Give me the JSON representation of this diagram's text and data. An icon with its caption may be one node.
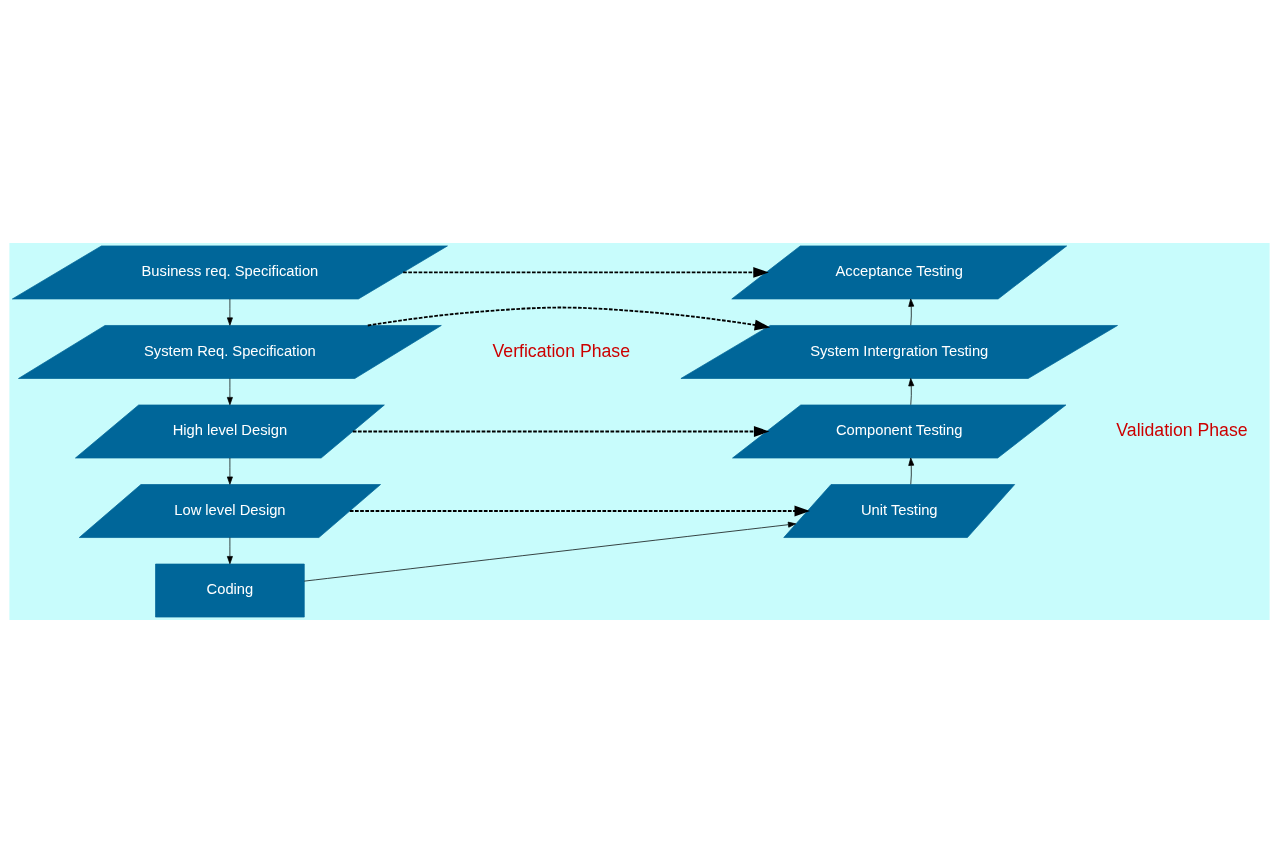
{
  "diagram": {
    "nodes": [
      {
        "text": [
          "Business req. Specification"
        ]
      },
      {
        "text": [
          "System Req. Specification"
        ]
      },
      {
        "text": [
          "High level Design"
        ]
      },
      {
        "text": [
          "Low level Design"
        ]
      },
      {
        "text": [
          "Coding"
        ]
      },
      {
        "text": [
          "Unit Testing"
        ]
      },
      {
        "text": [
          "Component Testing"
        ]
      },
      {
        "text": [
          "System Intergration Testing"
        ]
      },
      {
        "text": [
          "Acceptance Testing"
        ]
      }
    ],
    "edges": [
      {
        "from": 0,
        "to": 1,
        "arrow": "to"
      },
      {
        "from": 1,
        "to": 2,
        "arrow": "to"
      },
      {
        "from": 2,
        "to": 3,
        "arrow": "to"
      },
      {
        "from": 3,
        "to": 4,
        "arrow": "to"
      },
      {
        "from": 4,
        "to": 5,
        "arrow": "to"
      },
      {
        "from": 5,
        "to": 6,
        "arrow": "to"
      },
      {
        "from": 6,
        "to": 7,
        "arrow": "to"
      },
      {
        "from": 7,
        "to": 8,
        "arrow": "to"
      },
      {
        "from": 0,
        "to": 8,
        "arrow": "to",
        "style": "dashed"
      },
      {
        "from": 1,
        "to": 7,
        "arrow": "to",
        "style": "dashed"
      },
      {
        "from": 2,
        "to": 6,
        "arrow": "to",
        "style": "dashed"
      },
      {
        "from": 3,
        "to": 5,
        "arrow": "to",
        "style": "dashed"
      }
    ],
    "labels": [
      "Verfication Phase",
      "Validation Phase"
    ]
  }
}
